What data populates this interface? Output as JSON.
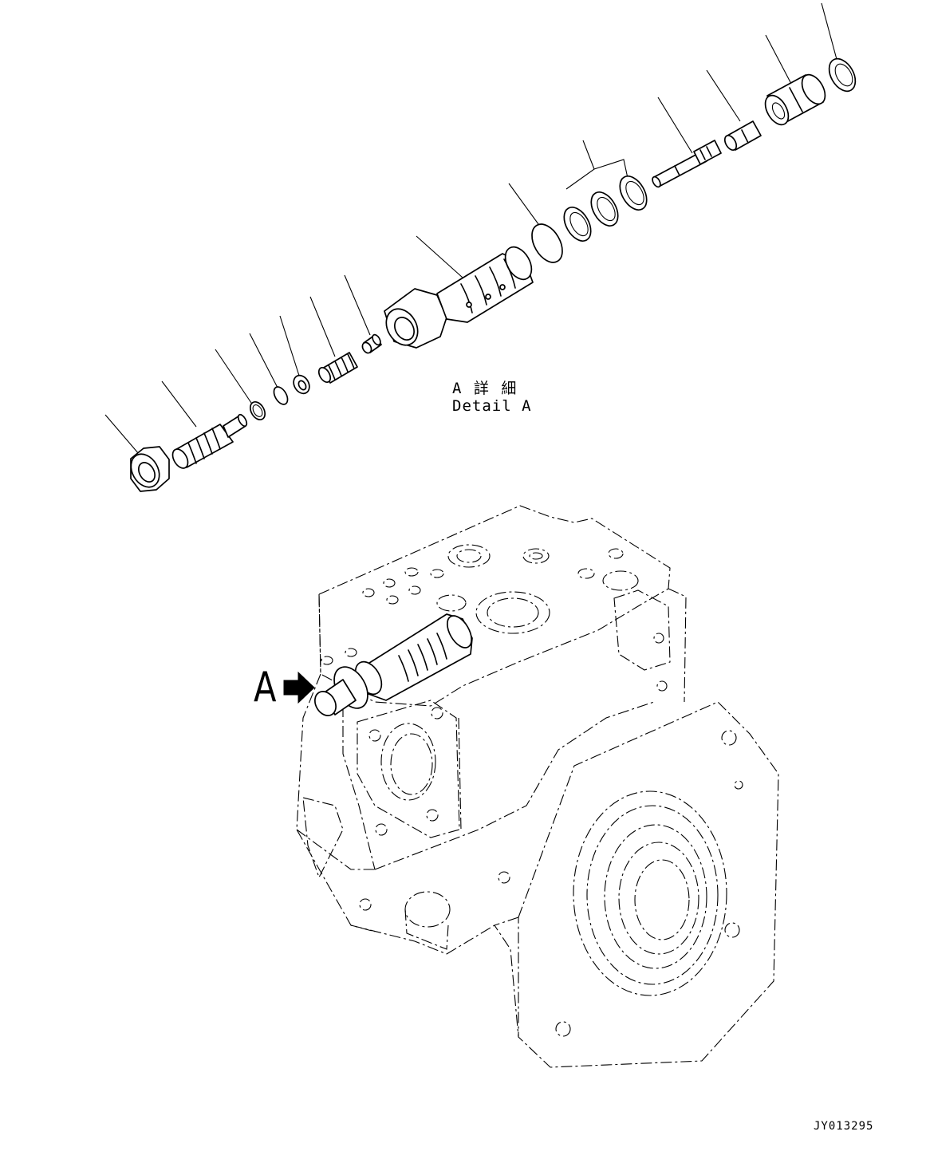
{
  "detail": {
    "title_jp": "A 詳 細",
    "title_en": "Detail A"
  },
  "view_marker": {
    "letter": "A",
    "icon": "arrow-right-icon"
  },
  "drawing_id": "JY013295"
}
